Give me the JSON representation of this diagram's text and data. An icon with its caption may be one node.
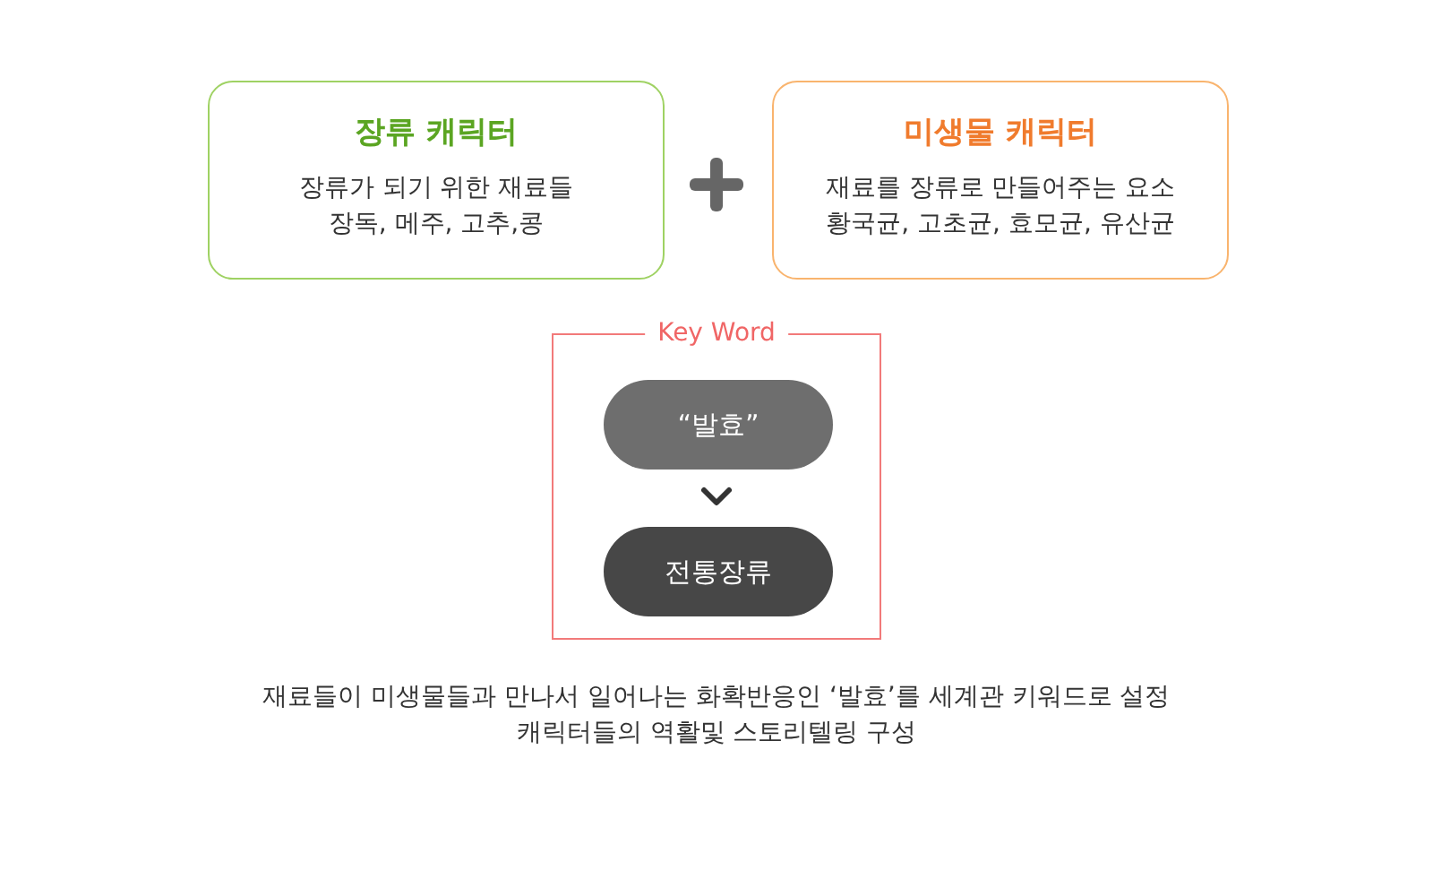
{
  "diagram": {
    "nodes": [
      {
        "text": [
          "장류 캐릭터",
          "장류가 되기 위한 재료들",
          "장독, 메주, 고추,콩"
        ]
      },
      {
        "text": [
          "미생물 캐릭터",
          "재료를 장류로 만들어주는 요소",
          "황국균, 고초균, 효모균, 유산균"
        ]
      },
      {
        "text": [
          "Key Word"
        ]
      },
      {
        "text": [
          "“발효”"
        ],
        "in": 2
      },
      {
        "text": [
          "전통장류"
        ],
        "in": 2
      }
    ],
    "edges": [
      {
        "from": 3,
        "to": 4,
        "arrow": "to"
      }
    ],
    "labels": [
      "재료들이 미생물들과 만나서 일어나는 화확반응인 ‘발효’를 세계관 키워드로 설정",
      "캐릭터들의 역활및 스토리텔링 구성"
    ]
  }
}
